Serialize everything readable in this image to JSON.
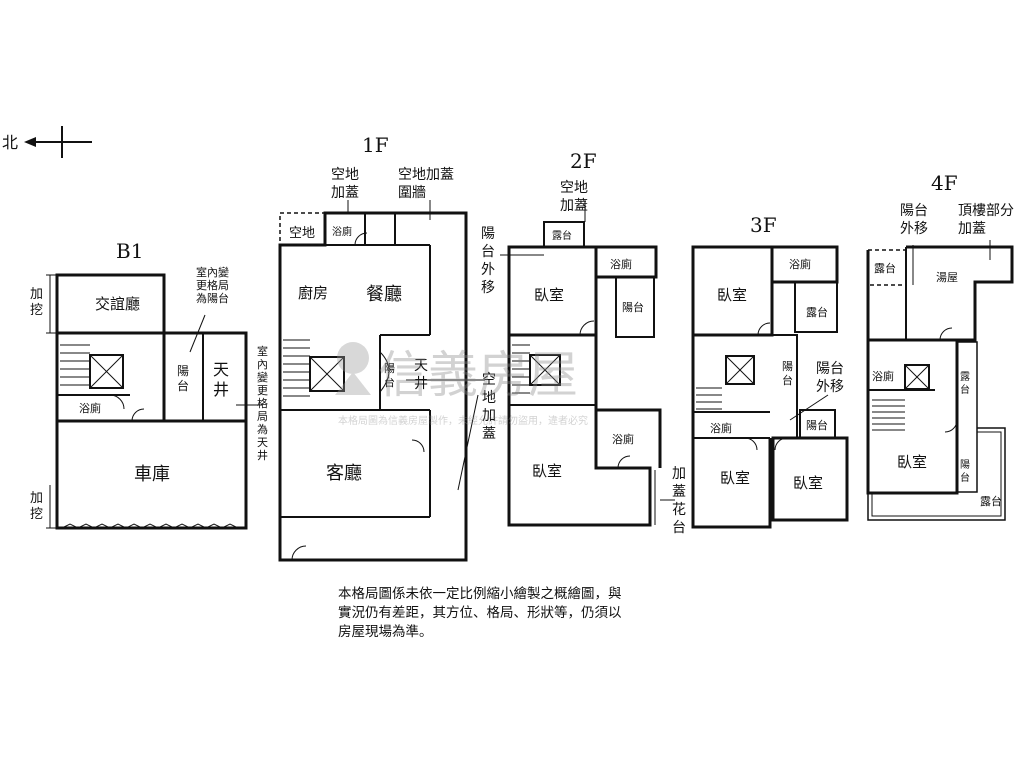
{
  "compass": {
    "north_label": "北"
  },
  "watermark": {
    "brand": "信義房屋",
    "disclaimer": "本格局圖為信義房屋製作，未經允許請勿盜用，違者必究"
  },
  "floors": {
    "b1": {
      "title": "B1",
      "rooms": {
        "social_hall": "交誼廳",
        "bathroom": "浴廁",
        "balcony": "陽台",
        "lightwell": "天井",
        "garage": "車庫"
      },
      "annotations": {
        "dig_top": "加挖",
        "dig_bottom": "加挖",
        "to_balcony": "室內變更格局為陽台",
        "to_lightwell": "室內變更格局為天井"
      }
    },
    "f1": {
      "title": "1F",
      "rooms": {
        "open_space": "空地",
        "bathroom": "浴廁",
        "kitchen": "廚房",
        "dining": "餐廳",
        "balcony": "陽台",
        "lightwell": "天井",
        "living": "客廳"
      },
      "annotations": {
        "cover_top": "空地加蓋",
        "cover_wall": "空地加蓋圍牆",
        "cover_side": "空地加蓋"
      }
    },
    "f2": {
      "title": "2F",
      "rooms": {
        "terrace": "露台",
        "bathroom_upper": "浴廁",
        "balcony": "陽台",
        "bedroom_upper": "臥室",
        "bedroom_lower": "臥室",
        "bathroom_lower": "浴廁"
      },
      "annotations": {
        "cover": "空地加蓋",
        "balcony_out": "陽台外移",
        "planter": "加蓋花台"
      }
    },
    "f3": {
      "title": "3F",
      "rooms": {
        "bedroom_top": "臥室",
        "bathroom_top": "浴廁",
        "terrace": "露台",
        "balcony_left": "陽台",
        "bathroom_mid": "浴廁",
        "balcony_right": "陽台",
        "bedroom_left": "臥室",
        "bedroom_right": "臥室"
      },
      "annotations": {
        "balcony_out": "陽台外移"
      }
    },
    "f4": {
      "title": "4F",
      "rooms": {
        "terrace_top": "露台",
        "bath_house": "湯屋",
        "bathroom": "浴廁",
        "terrace_right": "露台",
        "bedroom": "臥室",
        "balcony": "陽台",
        "terrace_bottom": "露台"
      },
      "annotations": {
        "balcony_out": "陽台外移",
        "roof_cover": "頂樓部分加蓋"
      }
    }
  },
  "disclaimer_lines": [
    "本格局圖係未依一定比例縮小繪製之概繪圖，與",
    "實況仍有差距，其方位、格局、形狀等，仍須以",
    "房屋現場為準。"
  ]
}
